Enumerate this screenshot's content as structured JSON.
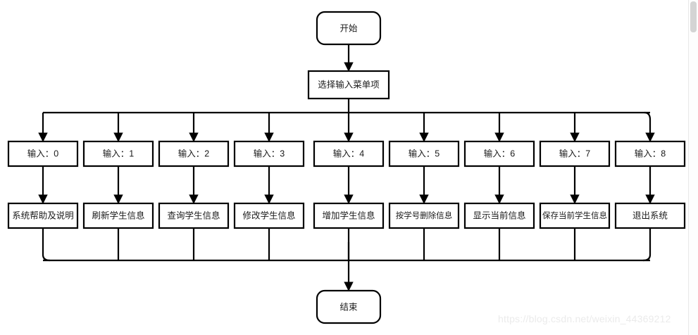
{
  "diagram": {
    "title_start": "开始",
    "menu_node": "选择输入菜单项",
    "title_end": "结束",
    "columns": [
      {
        "input": "输入：0",
        "action": "系统帮助及说明"
      },
      {
        "input": "输入：1",
        "action": "刷新学生信息"
      },
      {
        "input": "输入：2",
        "action": "查询学生信息"
      },
      {
        "input": "输入：3",
        "action": "修改学生信息"
      },
      {
        "input": "输入：4",
        "action": "增加学生信息"
      },
      {
        "input": "输入：5",
        "action": "按学号删除信息"
      },
      {
        "input": "输入：6",
        "action": "显示当前信息"
      },
      {
        "input": "输入：7",
        "action": "保存当前学生信息"
      },
      {
        "input": "输入：8",
        "action": "退出系统"
      }
    ],
    "colors": {
      "stroke": "#000000",
      "fill": "#ffffff",
      "text": "#1a1a1a",
      "watermark": "#ebebeb"
    }
  },
  "watermark": {
    "text": "https://blog.csdn.net/weixin_44369212"
  },
  "scrollbar": {
    "present": "vertical"
  }
}
